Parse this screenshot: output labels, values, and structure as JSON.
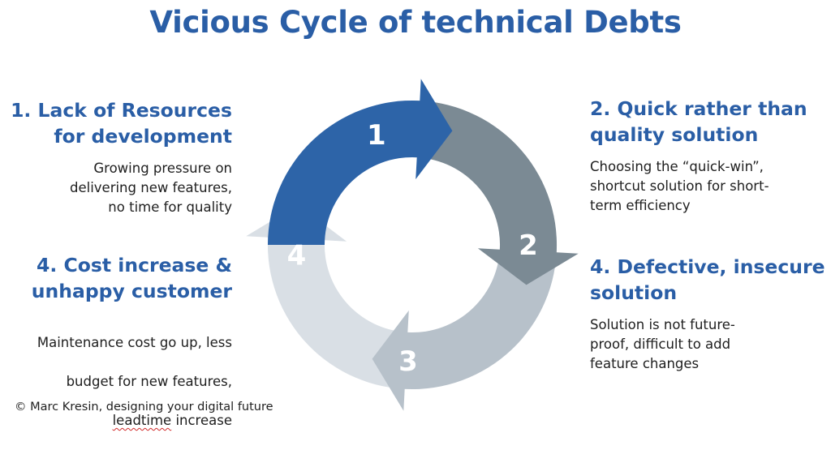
{
  "title": "Vicious Cycle of technical Debts",
  "colors": {
    "title": "#2a5ea6",
    "arrow_1": "#2d64a8",
    "arrow_2": "#7b8a94",
    "arrow_3": "#b7c1ca",
    "arrow_4": "#d9dfe5"
  },
  "cycle": {
    "arrows": [
      {
        "number": "1"
      },
      {
        "number": "2"
      },
      {
        "number": "3"
      },
      {
        "number": "4"
      }
    ]
  },
  "steps": {
    "step1": {
      "heading": "1. Lack of Resources\nfor development",
      "description": "Growing pressure on\ndelivering new features,\nno time for quality"
    },
    "step2": {
      "heading": "2. Quick rather than\nquality solution",
      "description": "Choosing the “quick-win”,\nshortcut solution for short-\nterm efficiency"
    },
    "step3": {
      "heading": "4. Defective, insecure\nsolution",
      "description": "Solution is not future-\nproof, difficult to add\nfeature changes"
    },
    "step4": {
      "heading": "4. Cost increase & \nunhappy customer",
      "description_lines": [
        "Maintenance cost go up, less",
        "budget for new features,"
      ],
      "description_squiggle_word": "leadtime",
      "description_tail": " increase"
    }
  },
  "credit": "© Marc Kresin, designing your digital future"
}
